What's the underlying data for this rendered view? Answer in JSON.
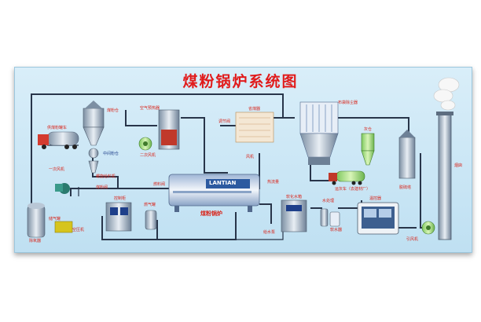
{
  "title": "煤粉锅炉系统图",
  "boiler_brand": "LANTIAN",
  "screen_label": "温控器",
  "labels": {
    "truck": "供煤粉罐车",
    "silo": "煤粉仓",
    "mid_silo": "中间粉仓",
    "feeder": "螺旋给料机",
    "blower1": "一次风机",
    "blower2": "二次风机",
    "air_preheater": "空气预热器",
    "economizer": "省煤器",
    "fuel_valve": "燃料阀",
    "hot_flow": "热流量",
    "boiler": "煤粉锅炉",
    "fan": "风机",
    "water_pump": "给水泵",
    "water_tank": "软化水箱",
    "dust_bag": "布袋除尘器",
    "ash_silo": "灰仓",
    "ash_truck": "运灰车（去建材厂）",
    "desulf": "脱硫塔",
    "chimney": "烟囱",
    "induced_fan": "引风机",
    "gas_tank": "储气罐",
    "compressor": "空压机",
    "control_cabinet": "控制柜",
    "gas_valve": "燃气罐",
    "water_treat": "水处理",
    "tank_small": "除氧器",
    "monitor": "温控器",
    "pipe_temp": "调节阀",
    "powder_valve": "煤粉阀",
    "softener": "软水器"
  },
  "colors": {
    "title": "#e11b1b",
    "board_top": "#d9eef9",
    "board_bottom": "#bfe0f2",
    "pipe": "#28354a",
    "label_red": "#d9261c",
    "label_blue": "#1e3f8a"
  }
}
